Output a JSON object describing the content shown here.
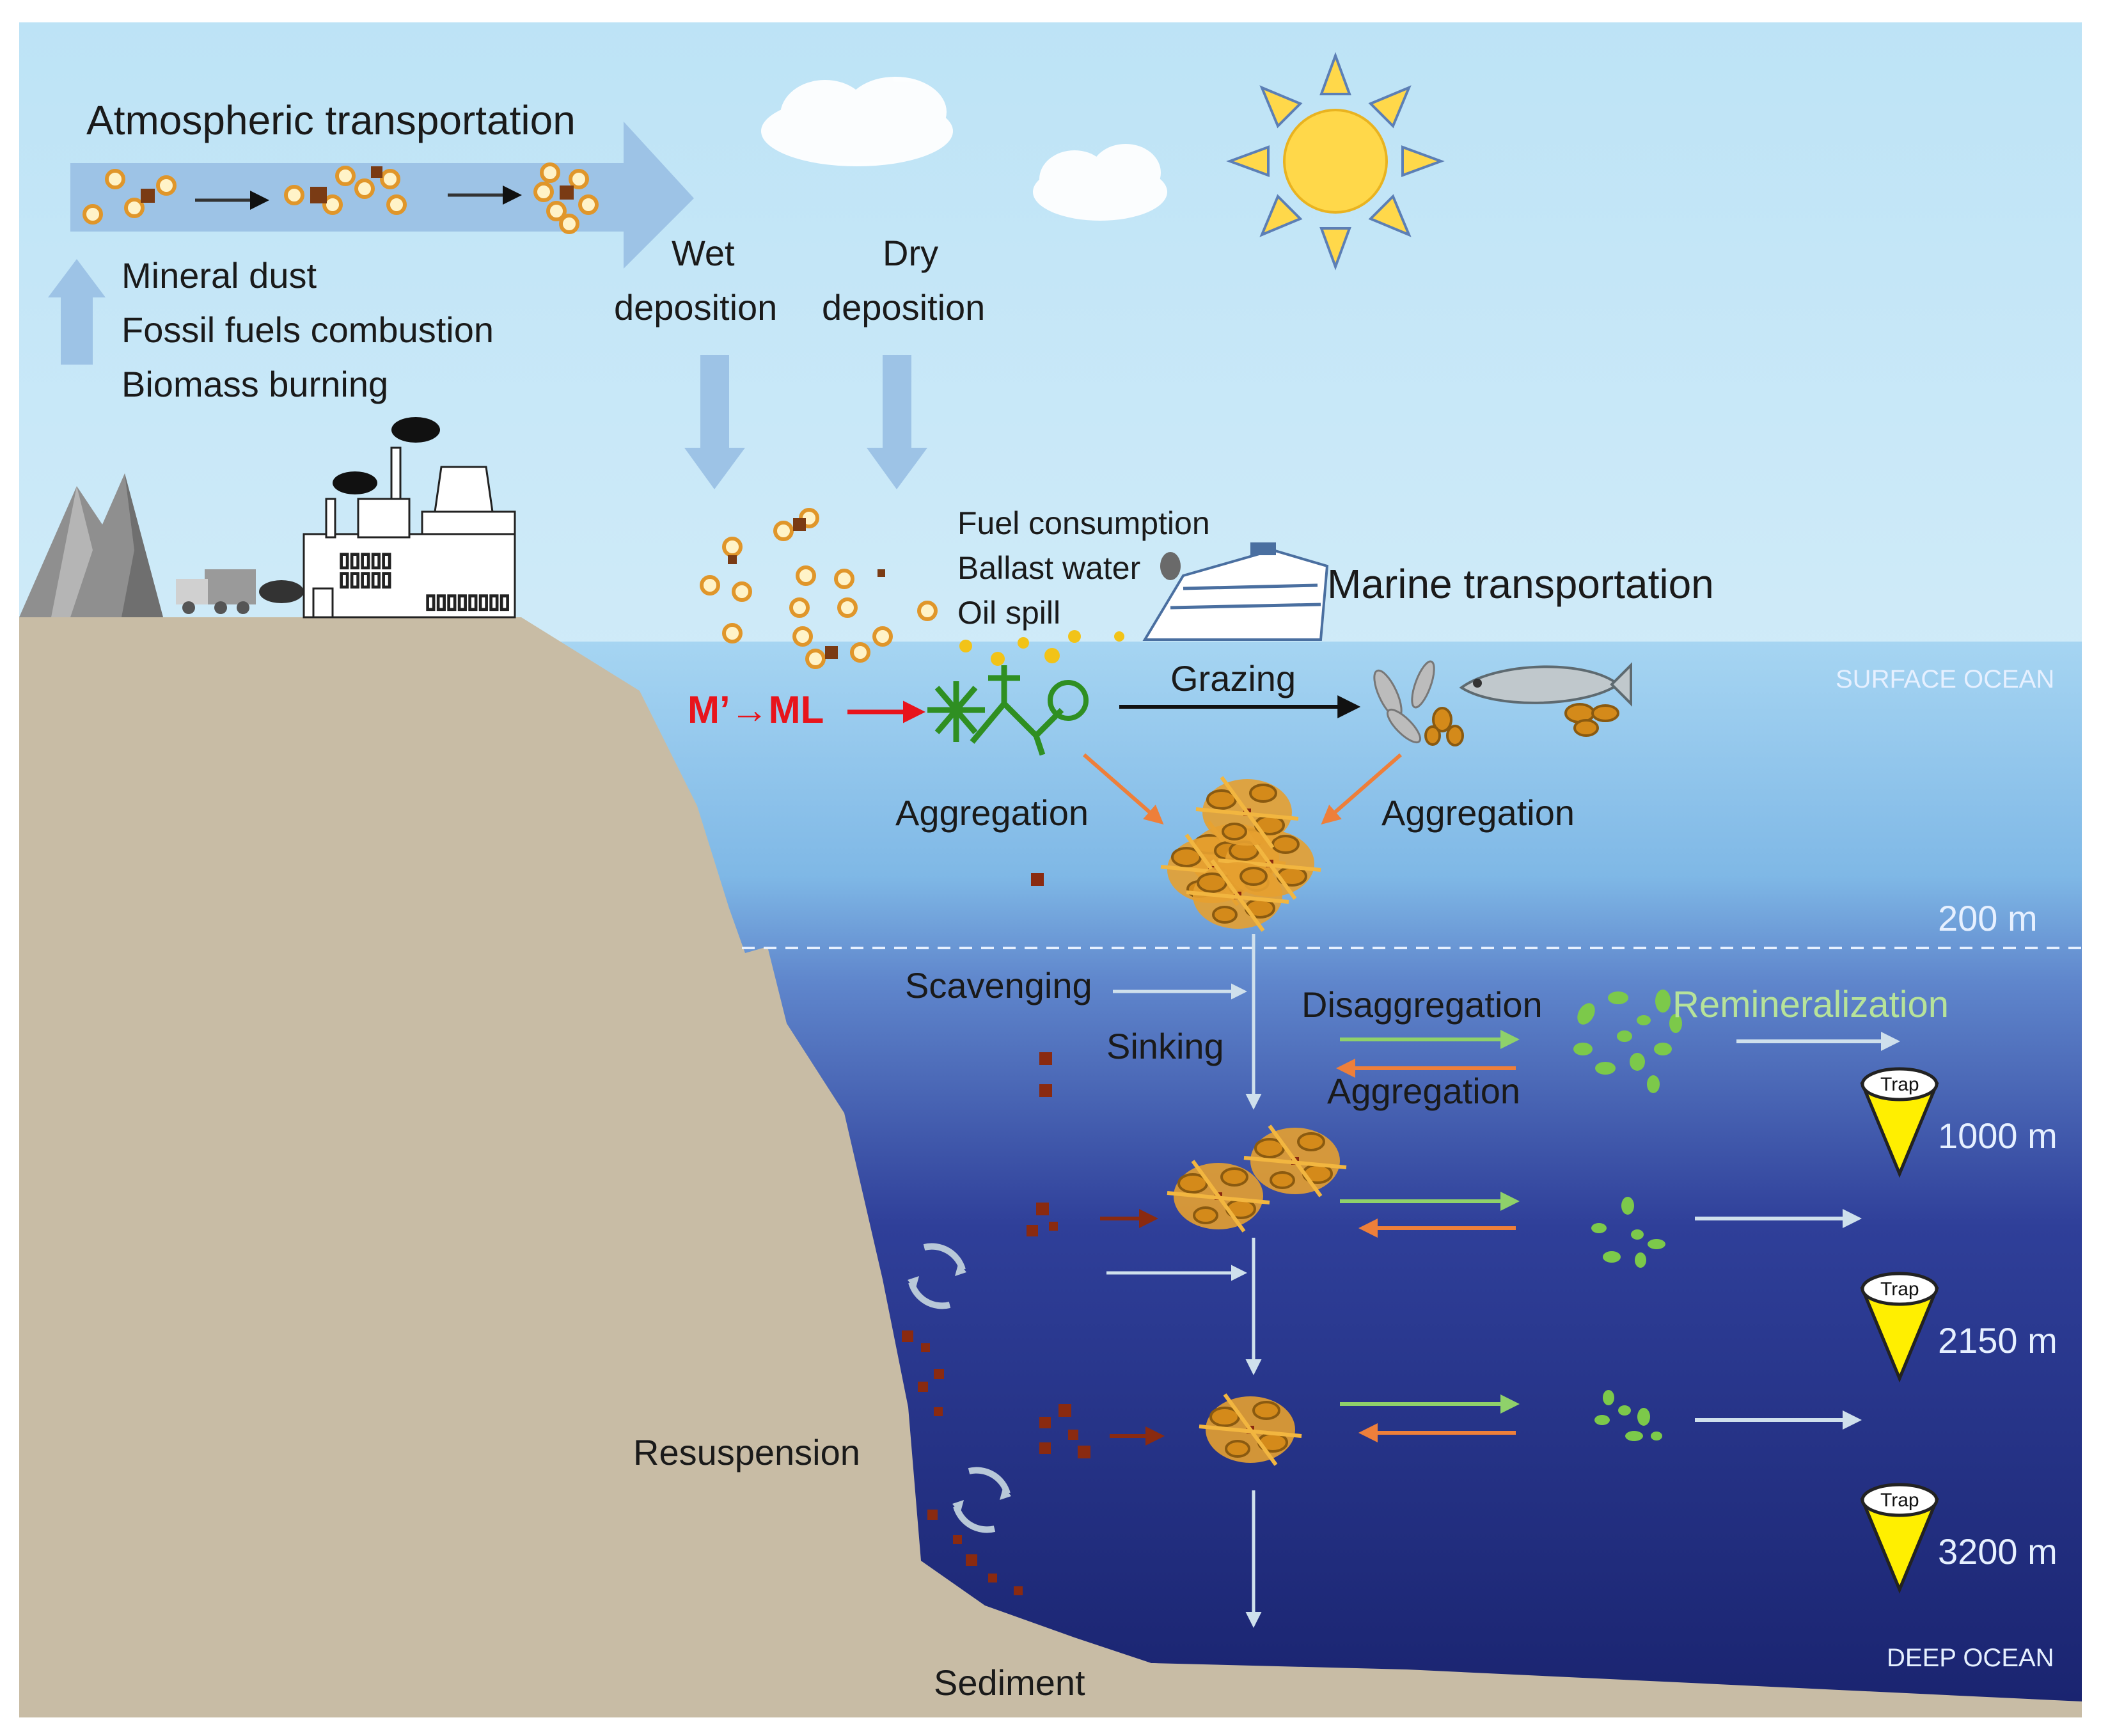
{
  "atmosphere": {
    "title": "Atmospheric transportation",
    "sources": [
      "Mineral dust",
      "Fossil fuels combustion",
      "Biomass burning"
    ],
    "wet_deposition": [
      "Wet",
      "deposition"
    ],
    "dry_deposition": [
      "Dry",
      "deposition"
    ]
  },
  "marine": {
    "sources": [
      "Fuel consumption",
      "Ballast water",
      "Oil spill"
    ],
    "title": "Marine transportation"
  },
  "ocean": {
    "surface_label": "SURFACE OCEAN",
    "deep_label": "DEEP OCEAN",
    "speciation": "M’→ML",
    "grazing": "Grazing",
    "aggregation_left": "Aggregation",
    "aggregation_right": "Aggregation",
    "scavenging": "Scavenging",
    "sinking": "Sinking",
    "disaggregation": "Disaggregation",
    "aggregation_deep": "Aggregation",
    "remineralization": "Remineralization",
    "resuspension": "Resuspension",
    "sediment": "Sediment"
  },
  "depths": [
    "200 m",
    "1000 m",
    "2150 m",
    "3200 m"
  ],
  "trap_label": "Trap",
  "colors": {
    "sky_top": "#bfe4f7",
    "sky_bottom": "#eaf6fd",
    "surface_water": "#a9d6f2",
    "deep_water": "#1b2776",
    "land": "#c8bca5",
    "arrow_blue": "#9dc3e6",
    "particle_orange": "#e8a23a",
    "particle_brown": "#7a3b14",
    "phyto_green": "#3a9a2a",
    "speciation_red": "#e8141b",
    "trap_yellow": "#ffef00",
    "arrow_green": "#8fd16a",
    "arrow_orange": "#ee7f3a",
    "arrow_light": "#cfe0ec"
  }
}
